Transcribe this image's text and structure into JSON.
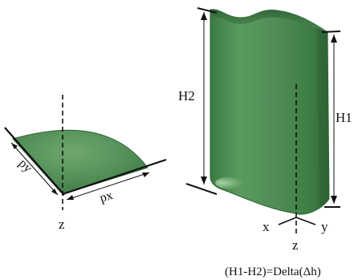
{
  "labels": {
    "left_z": "z",
    "py": "py",
    "px": "px",
    "h2": "H2",
    "h1": "H1",
    "right_x": "x",
    "right_y": "y",
    "right_z": "z",
    "formula": "(H1-H2)=Delta(Δh)"
  },
  "colors": {
    "shape_fill": "#4f8d55",
    "shape_dark": "#2f6335",
    "shape_light": "#7fb47f",
    "line": "#111111"
  }
}
